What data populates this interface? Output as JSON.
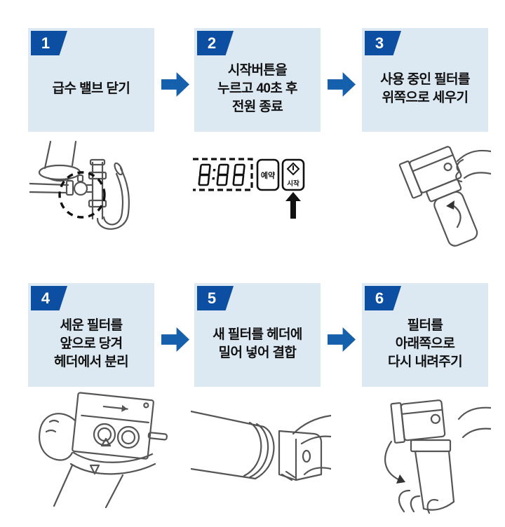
{
  "colors": {
    "box_bg": "#dce8f2",
    "badge_bg": "#0b4ea2",
    "arrow": "#1560ac",
    "text": "#111111",
    "line_art": "#555555"
  },
  "steps": [
    {
      "number": "1",
      "lines": [
        "급수 밸브 닫기"
      ]
    },
    {
      "number": "2",
      "lines": [
        "시작버튼을",
        "누르고 40초 후",
        "전원 종료"
      ]
    },
    {
      "number": "3",
      "lines": [
        "사용 중인 필터를",
        "위쪽으로 세우기"
      ]
    },
    {
      "number": "4",
      "lines": [
        "세운 필터를",
        "앞으로 당겨",
        "헤더에서 분리"
      ]
    },
    {
      "number": "5",
      "lines": [
        "새 필터를 헤더에",
        "밀어 넣어 결합"
      ]
    },
    {
      "number": "6",
      "lines": [
        "필터를",
        "아래쪽으로",
        "다시 내려주기"
      ]
    }
  ],
  "control_panel": {
    "display_value": "8:88",
    "reserve_button_label": "예약",
    "start_button_label": "시작"
  }
}
